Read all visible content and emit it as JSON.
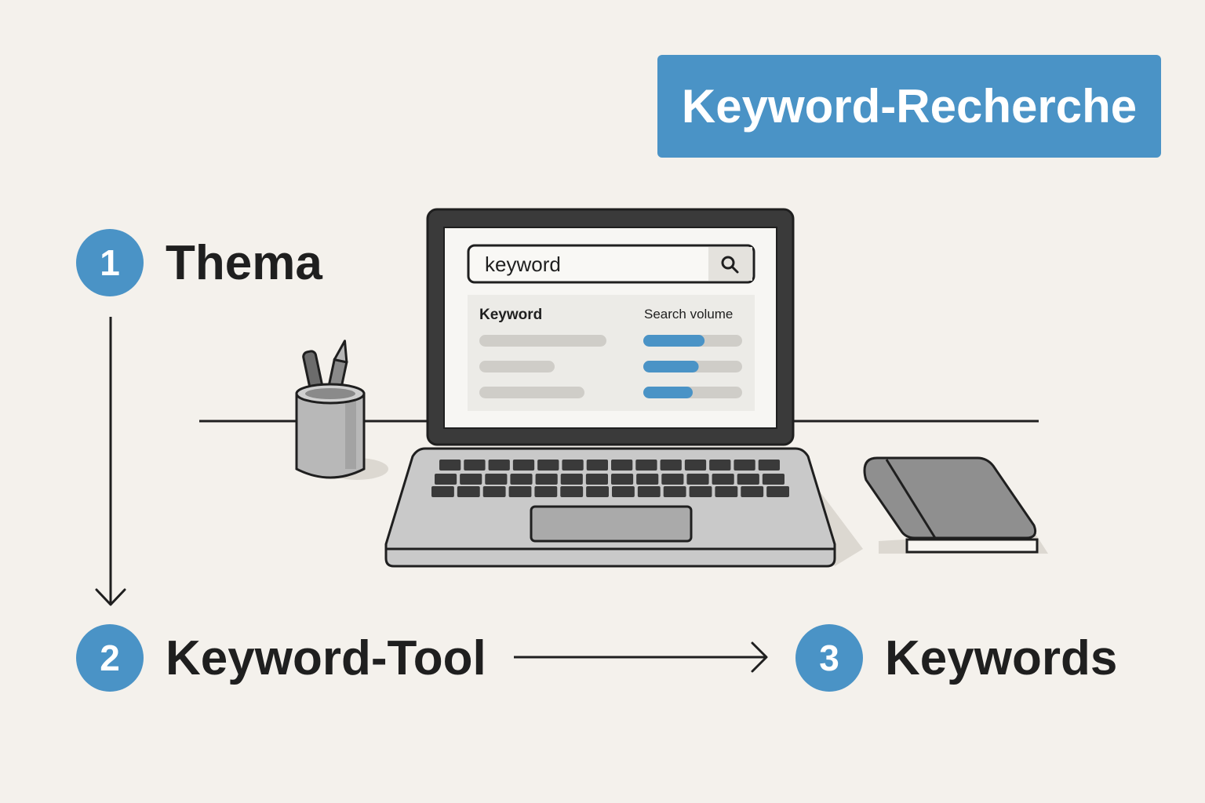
{
  "banner": {
    "title": "Keyword-Recherche"
  },
  "steps": [
    {
      "number": "1",
      "label": "Thema"
    },
    {
      "number": "2",
      "label": "Keyword-Tool"
    },
    {
      "number": "3",
      "label": "Keywords"
    }
  ],
  "laptop_screen": {
    "search_value": "keyword",
    "table": {
      "col_keyword": "Keyword",
      "col_volume": "Search volume",
      "rows": [
        {
          "volume_level": 0.62
        },
        {
          "volume_level": 0.56
        },
        {
          "volume_level": 0.5
        }
      ]
    }
  },
  "colors": {
    "accent": "#4a93c6",
    "background": "#f4f1ec",
    "ink": "#1f1f1f"
  },
  "icons": [
    "search-icon",
    "pencil-cup-icon",
    "notebook-icon",
    "laptop-icon",
    "arrow-down-icon",
    "arrow-right-icon"
  ]
}
